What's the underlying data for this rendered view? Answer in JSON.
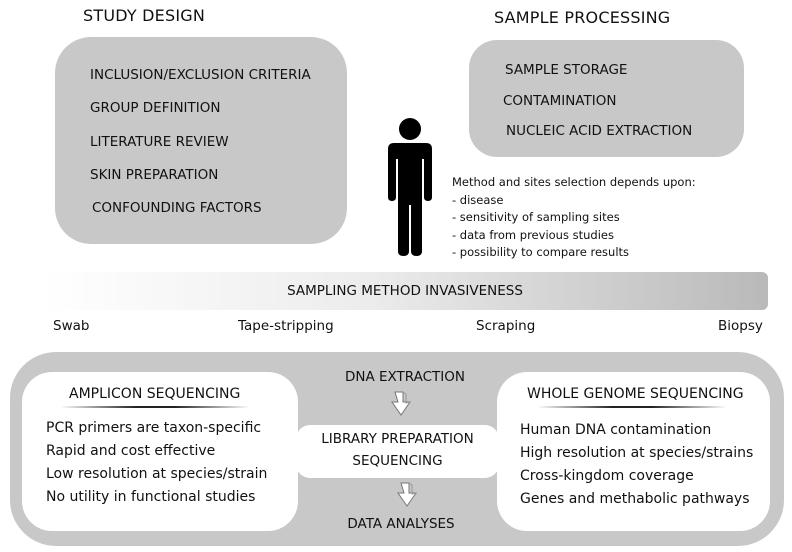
{
  "study_design": {
    "title": "STUDY DESIGN",
    "items": [
      "INCLUSION/EXCLUSION CRITERIA",
      "GROUP DEFINITION",
      "LITERATURE REVIEW",
      "SKIN PREPARATION",
      "CONFOUNDING FACTORS"
    ]
  },
  "sample_processing": {
    "title": "SAMPLE PROCESSING",
    "items": [
      "SAMPLE STORAGE",
      "CONTAMINATION",
      "NUCLEIC ACID EXTRACTION"
    ]
  },
  "selection_note": {
    "heading": "Method and sites selection depends upon:",
    "items": [
      "- disease",
      "- sensitivity of sampling sites",
      "- data from previous studies",
      "- possibility to compare results"
    ]
  },
  "invasiveness": {
    "label": "SAMPLING METHOD INVASIVENESS",
    "scale": [
      "Swab",
      "Tape-stripping",
      "Scraping",
      "Biopsy"
    ]
  },
  "workflow": {
    "dna_extraction": "DNA EXTRACTION",
    "library_line1": "LIBRARY PREPARATION",
    "library_line2": "SEQUENCING",
    "data_analyses": "DATA ANALYSES"
  },
  "amplicon": {
    "title": "AMPLICON SEQUENCING",
    "items": [
      "PCR primers are taxon-specific",
      "Rapid and cost effective",
      "Low resolution at species/strain",
      "No utility in functional studies"
    ]
  },
  "wgs": {
    "title": "WHOLE GENOME  SEQUENCING",
    "items": [
      "Human DNA contamination",
      "High resolution at species/strains",
      "Cross-kingdom coverage",
      "Genes and methabolic pathways"
    ]
  },
  "colors": {
    "panel_gray": "#c8c8c8",
    "figure_black": "#000000"
  }
}
